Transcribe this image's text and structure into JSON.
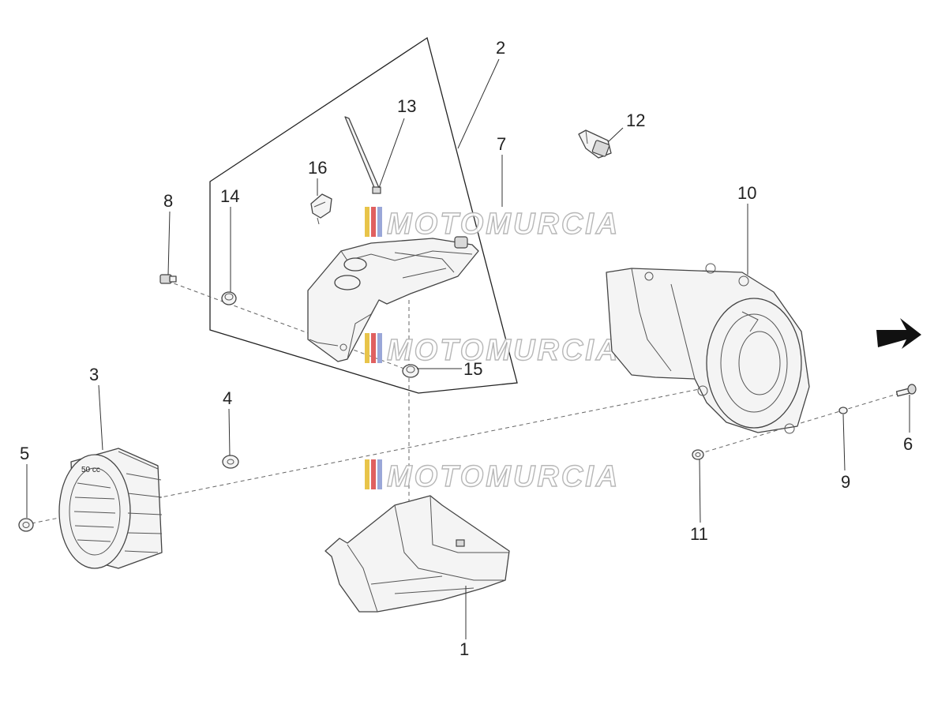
{
  "watermark": {
    "text": "MOTOMURCIA",
    "stripe_colors": [
      "#e8c44a",
      "#e06060",
      "#9aa7d8"
    ]
  },
  "callouts": {
    "c1": "1",
    "c2": "2",
    "c3": "3",
    "c4": "4",
    "c5": "5",
    "c6": "6",
    "c7": "7",
    "c8": "8",
    "c9": "9",
    "c10": "10",
    "c11": "11",
    "c12": "12",
    "c13": "13",
    "c14": "14",
    "c15": "15",
    "c16": "16"
  },
  "fan_marking": "50 cc",
  "icons": {
    "direction": "arrow-right-icon"
  },
  "colors": {
    "line": "#444444",
    "fill": "#f4f4f4",
    "arrow": "#111111"
  }
}
